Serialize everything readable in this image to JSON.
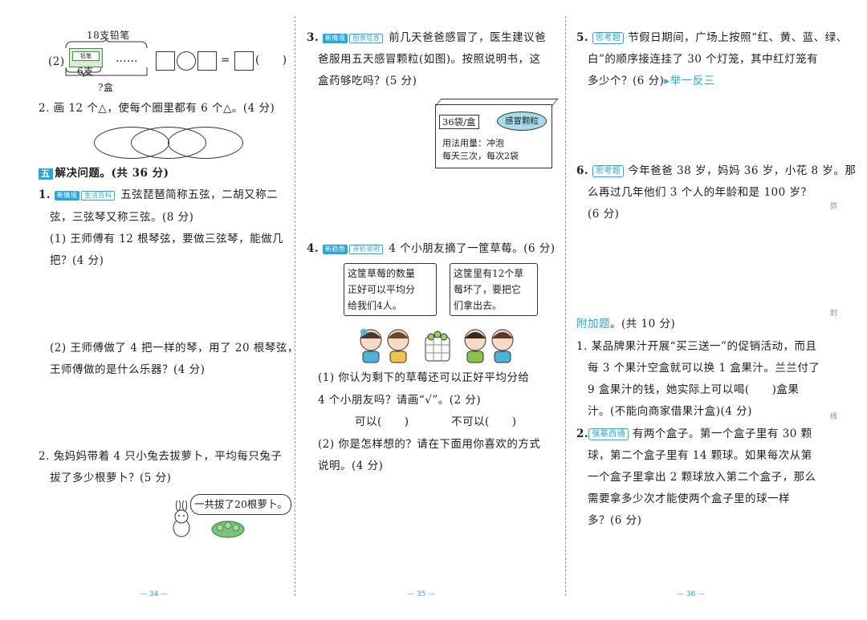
{
  "col1": {
    "q1_top_label": "18支铅笔",
    "q1_num": "(2)",
    "q1_box_label": "铅笔",
    "q1_dots": "……",
    "q1_bottom_label": "6支",
    "q1_question": "?盒",
    "q1_equals": "=",
    "q1_paren": "(　　)",
    "q2": "2. 画 12 个△，使每个圈里都有 6 个△。(4 分)",
    "sec5_num": "五",
    "sec5_title": "解决问题。(共 36 分)",
    "p1_num": "1.",
    "p1_tag1": "新情境",
    "p1_tag2": "生活百科",
    "p1_l1": "五弦琵琶简称五弦，二胡又称二",
    "p1_l2": "弦，三弦琴又称三弦。(8 分)",
    "p1_s1_l1": "(1) 王师傅有 12 根琴弦，要做三弦琴，能做几",
    "p1_s1_l2": "把？(4 分)",
    "p1_s2_l1": "(2) 王师傅做了 4 把一样的琴，用了 20 根琴弦，",
    "p1_s2_l2": "王师傅做的是什么乐器？(4 分)",
    "p2_l1": "2. 兔妈妈带着 4 只小兔去拔萝卜，平均每只兔子",
    "p2_l2": "拔了多少根萝卜？(5 分)",
    "p2_bubble": "一共拔了20根萝卜。",
    "page_no": "— 34 —"
  },
  "col2": {
    "p3_num": "3.",
    "p3_tag1": "新情境",
    "p3_tag2": "图表信息",
    "p3_l1": "前几天爸爸感冒了，医生建议爸",
    "p3_l2": "爸服用五天感冒颗粒(如图)。按照说明书，这",
    "p3_l3": "盒药够吃吗？(5 分)",
    "med_count": "36袋/盒",
    "med_name": "感冒颗粒",
    "med_use1": "用法用量：冲泡",
    "med_use2": "每天三次，每次2袋",
    "p4_num": "4.",
    "p4_tag1": "新趋势",
    "p4_tag2": "评价说明",
    "p4_l1": "4 个小朋友摘了一筐草莓。(6 分)",
    "bubble1_l1": "这筐草莓的数量",
    "bubble1_l2": "正好可以平均分",
    "bubble1_l3": "给我们4人。",
    "bubble2_l1": "这筐里有12个草",
    "bubble2_l2": "莓坏了，要把它",
    "bubble2_l3": "们拿出去。",
    "p4_s1_l1": "(1) 你认为剩下的草莓还可以正好平均分给",
    "p4_s1_l2": "4 个小朋友吗？请画“√”。(2 分)",
    "opt_yes": "可以(　　)",
    "opt_no": "不可以(　　)",
    "p4_s2_l1": "(2) 你是怎样想的？请在下面用你喜欢的方式",
    "p4_s2_l2": "说明。(4 分)",
    "page_no": "— 35 —"
  },
  "col3": {
    "p5_num": "5.",
    "p5_tag": "思考题",
    "p5_l1": "节假日期间，广场上按照“红、黄、蓝、绿、",
    "p5_l2": "白”的顺序接连挂了 30 个灯笼，其中红灯笼有",
    "p5_l3": "多少个？(6 分)",
    "p5_link": "▸举一反三",
    "p6_num": "6.",
    "p6_tag": "思考题",
    "p6_l1": "今年爸爸 38 岁，妈妈 36 岁，小花 8 岁。那",
    "p6_l2": "么再过几年他们 3 个人的年龄和是 100 岁？",
    "p6_l3": "(6 分)",
    "extra_title": "附加题",
    "extra_score": "。(共 10 分)",
    "e1_l1": "1. 某品牌果汁开展“买三送一”的促销活动，而且",
    "e1_l2": "每 3 个果汁空盒就可以换 1 盒果汁。兰兰付了",
    "e1_l3": "9 盒果汁的钱，她实际上可以喝(　　)盒果",
    "e1_l4": "汁。(不能向商家借果汁盒)(4 分)",
    "e2_num": "2.",
    "e2_tag": "强基西通",
    "e2_l1": "有两个盒子。第一个盒子里有 30 颗",
    "e2_l2": "球，第二个盒子里有 14 颗球。如果每次从第",
    "e2_l3": "一个盒子里拿出 2 颗球放入第二个盒子，那么",
    "e2_l4": "需要拿多少次才能使两个盒子里的球一样",
    "e2_l5": "多？(6 分)",
    "page_no": "— 36 —",
    "side1": "弥",
    "side2": "封",
    "side3": "线"
  }
}
